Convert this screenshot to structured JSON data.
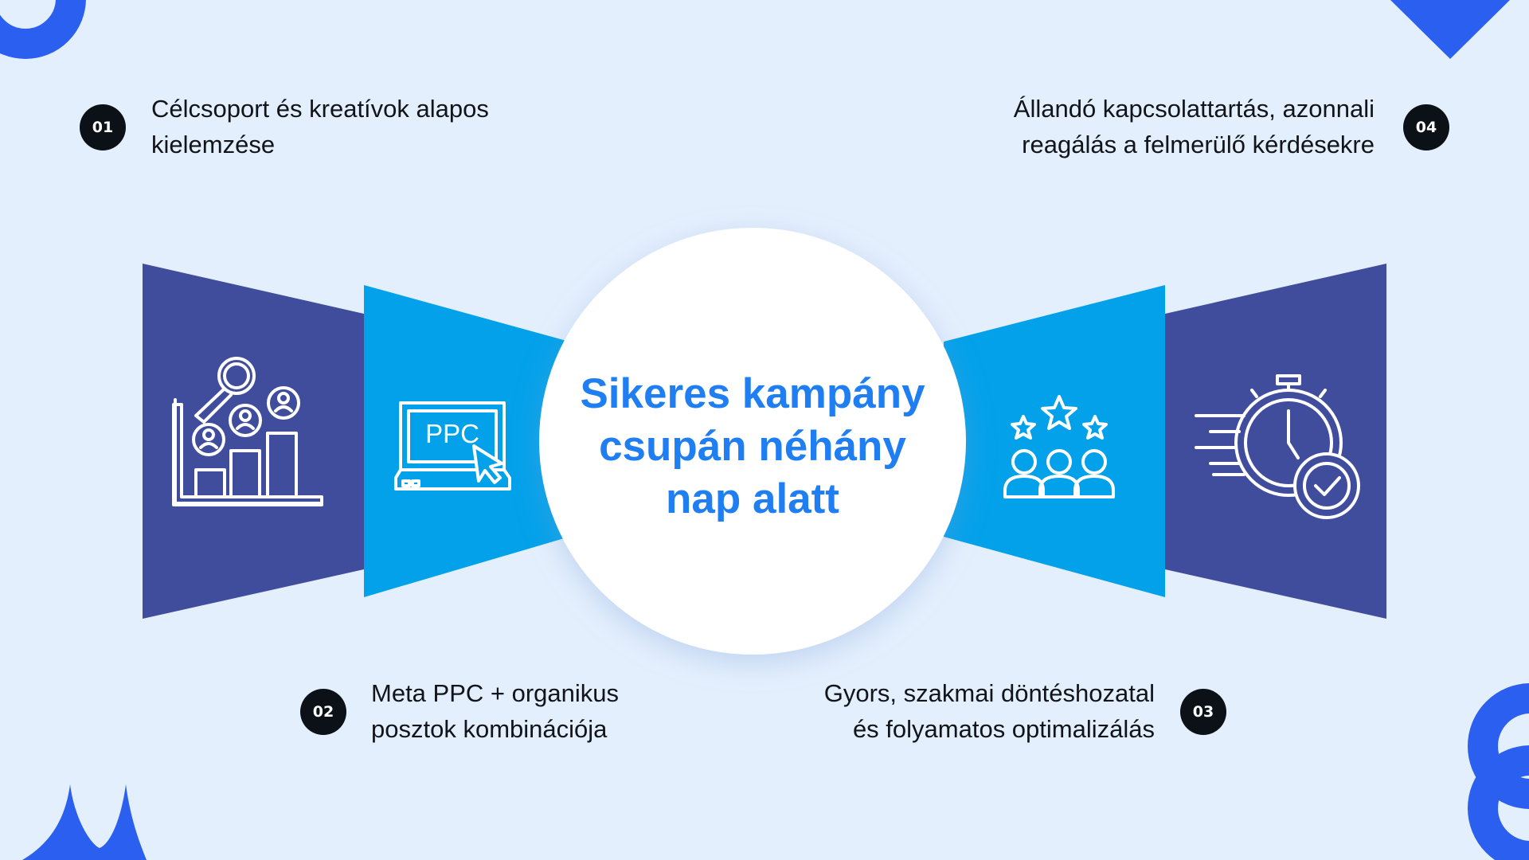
{
  "colors": {
    "background": "#e4effd",
    "panel_dark": "#3f4d9c",
    "panel_light": "#02a1ea",
    "title_blue": "#1f7ef1",
    "decor_blue": "#2b5ff0",
    "badge": "#0b1117"
  },
  "title": {
    "lines": [
      "Sikeres kampány",
      "csupán néhány",
      "nap alatt"
    ]
  },
  "steps": [
    {
      "number": "01",
      "lines": [
        "Célcsoport és kreatívok alapos",
        "kielemzése"
      ],
      "icon": "analytics-audience-chart-icon"
    },
    {
      "number": "02",
      "lines": [
        "Meta PPC + organikus",
        "posztok kombinációja"
      ],
      "icon": "ppc-laptop-icon"
    },
    {
      "number": "03",
      "lines": [
        "Gyors, szakmai döntéshozatal",
        "és folyamatos optimalizálás"
      ],
      "icon": "rated-audience-stars-icon"
    },
    {
      "number": "04",
      "lines": [
        "Állandó kapcsolattartás, azonnali",
        "reagálás a felmerülő kérdésekre"
      ],
      "icon": "fast-stopwatch-check-icon"
    }
  ],
  "icons": {
    "ppc_label": "PPC"
  }
}
